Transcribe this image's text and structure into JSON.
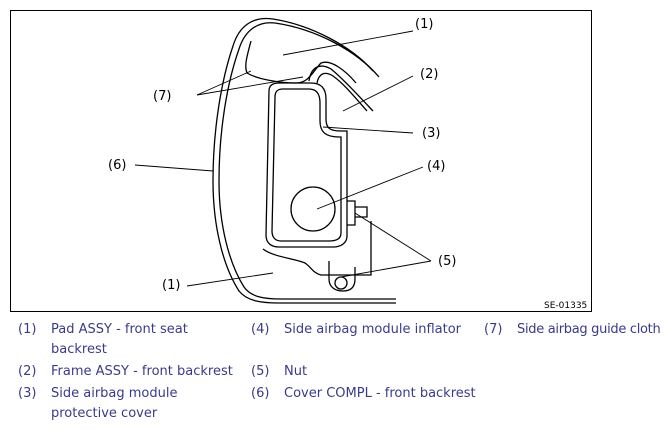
{
  "figure": {
    "code": "SE-01335",
    "callouts": [
      "(1)",
      "(2)",
      "(3)",
      "(4)",
      "(7)",
      "(6)",
      "(5)",
      "(1)"
    ]
  },
  "legend": [
    {
      "num": "(1)",
      "lines": [
        "Pad ASSY - front seat",
        "backrest"
      ]
    },
    {
      "num": "(2)",
      "lines": [
        "Frame ASSY - front backrest"
      ]
    },
    {
      "num": "(3)",
      "lines": [
        "Side airbag module",
        "protective cover"
      ]
    },
    {
      "num": "(4)",
      "lines": [
        "Side airbag module inflator"
      ]
    },
    {
      "num": "(5)",
      "lines": [
        "Nut"
      ]
    },
    {
      "num": "(6)",
      "lines": [
        "Cover COMPL - front backrest"
      ]
    },
    {
      "num": "(7)",
      "lines": [
        "Side airbag guide cloth"
      ]
    }
  ]
}
